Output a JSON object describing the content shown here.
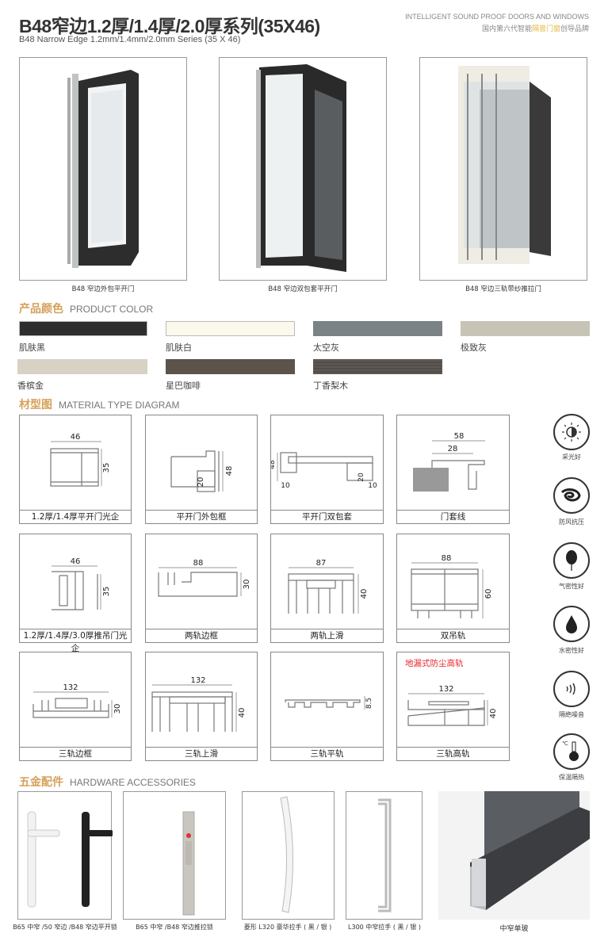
{
  "header": {
    "title": "B48窄边1.2厚/1.4厚/2.0厚系列(35X46)",
    "subtitle": "B48 Narrow Edge 1.2mm/1.4mm/2.0mm Series (35 X 46)",
    "tagline_en": "INTELLIGENT SOUND PROOF DOORS AND WINDOWS",
    "tagline_cn_pre": "国内第六代智能",
    "tagline_cn_highlight": "隔音门窗",
    "tagline_cn_post": "创导品牌"
  },
  "products": [
    {
      "caption": "B48 窄边外包平开门"
    },
    {
      "caption": "B48 窄边双包套平开门"
    },
    {
      "caption": "B48 窄边三轨带纱推拉门"
    }
  ],
  "colors_section": {
    "title_cn": "产品颜色",
    "title_en": "PRODUCT COLOR"
  },
  "colors": [
    {
      "name": "肌肤黑",
      "hex": "#2e2e2e"
    },
    {
      "name": "肌肤白",
      "hex": "#fbf8ec"
    },
    {
      "name": "太空灰",
      "hex": "#7b8285"
    },
    {
      "name": "极致灰",
      "hex": "#c7c4b6"
    },
    {
      "name": "香槟金",
      "hex": "#d8d2c4"
    },
    {
      "name": "星巴咖啡",
      "hex": "#5c534b"
    },
    {
      "name": "丁香梨木",
      "hex": "#5e5854"
    }
  ],
  "material_section": {
    "title_cn": "材型图",
    "title_en": "MATERIAL TYPE DIAGRAM"
  },
  "profiles": [
    {
      "caption": "1.2厚/1.4厚平开门光企",
      "dims": [
        "46",
        "35"
      ]
    },
    {
      "caption": "平开门外包框",
      "dims": [
        "48",
        "20"
      ]
    },
    {
      "caption": "平开门双包套",
      "dims": [
        "48",
        "10",
        "20",
        "10"
      ]
    },
    {
      "caption": "门套线",
      "dims": [
        "58",
        "28"
      ]
    },
    {
      "caption": "1.2厚/1.4厚/3.0厚推吊门光企",
      "dims": [
        "46",
        "35"
      ]
    },
    {
      "caption": "两轨边框",
      "dims": [
        "88",
        "30"
      ]
    },
    {
      "caption": "两轨上滑",
      "dims": [
        "87",
        "40"
      ]
    },
    {
      "caption": "双吊轨",
      "dims": [
        "88",
        "60"
      ]
    },
    {
      "caption": "三轨边框",
      "dims": [
        "132",
        "30"
      ]
    },
    {
      "caption": "三轨上滑",
      "dims": [
        "132",
        "40"
      ]
    },
    {
      "caption": "三轨平轨",
      "dims": [
        "8.5"
      ]
    },
    {
      "caption": "三轨高轨",
      "dims": [
        "132",
        "40"
      ],
      "note": "地漏式防尘高轨"
    }
  ],
  "features": [
    {
      "label": "采光好",
      "icon": "sun-icon"
    },
    {
      "label": "防风抗压",
      "icon": "wind-icon"
    },
    {
      "label": "气密性好",
      "icon": "balloon-icon"
    },
    {
      "label": "水密性好",
      "icon": "water-drop-icon"
    },
    {
      "label": "隔绝噪音",
      "icon": "sound-wave-icon"
    },
    {
      "label": "保温隔热",
      "icon": "thermometer-icon",
      "symbol": "℃"
    }
  ],
  "hardware_section": {
    "title_cn": "五金配件",
    "title_en": "HARDWARE ACCESSORIES"
  },
  "hardware": [
    {
      "caption": "B65 中窄 /50 窄边 /B48 窄边平开锁"
    },
    {
      "caption": "B65 中窄 /B48 窄边推拉锁"
    },
    {
      "caption": "菱形 L320 豪华拉手 ( 黑 / 银 )"
    },
    {
      "caption": "L300 中窄拉手 ( 黑 / 银 )"
    },
    {
      "caption": "中窄单玻"
    }
  ],
  "accent_color": "#d6a05a",
  "note_color": "#e8262a"
}
